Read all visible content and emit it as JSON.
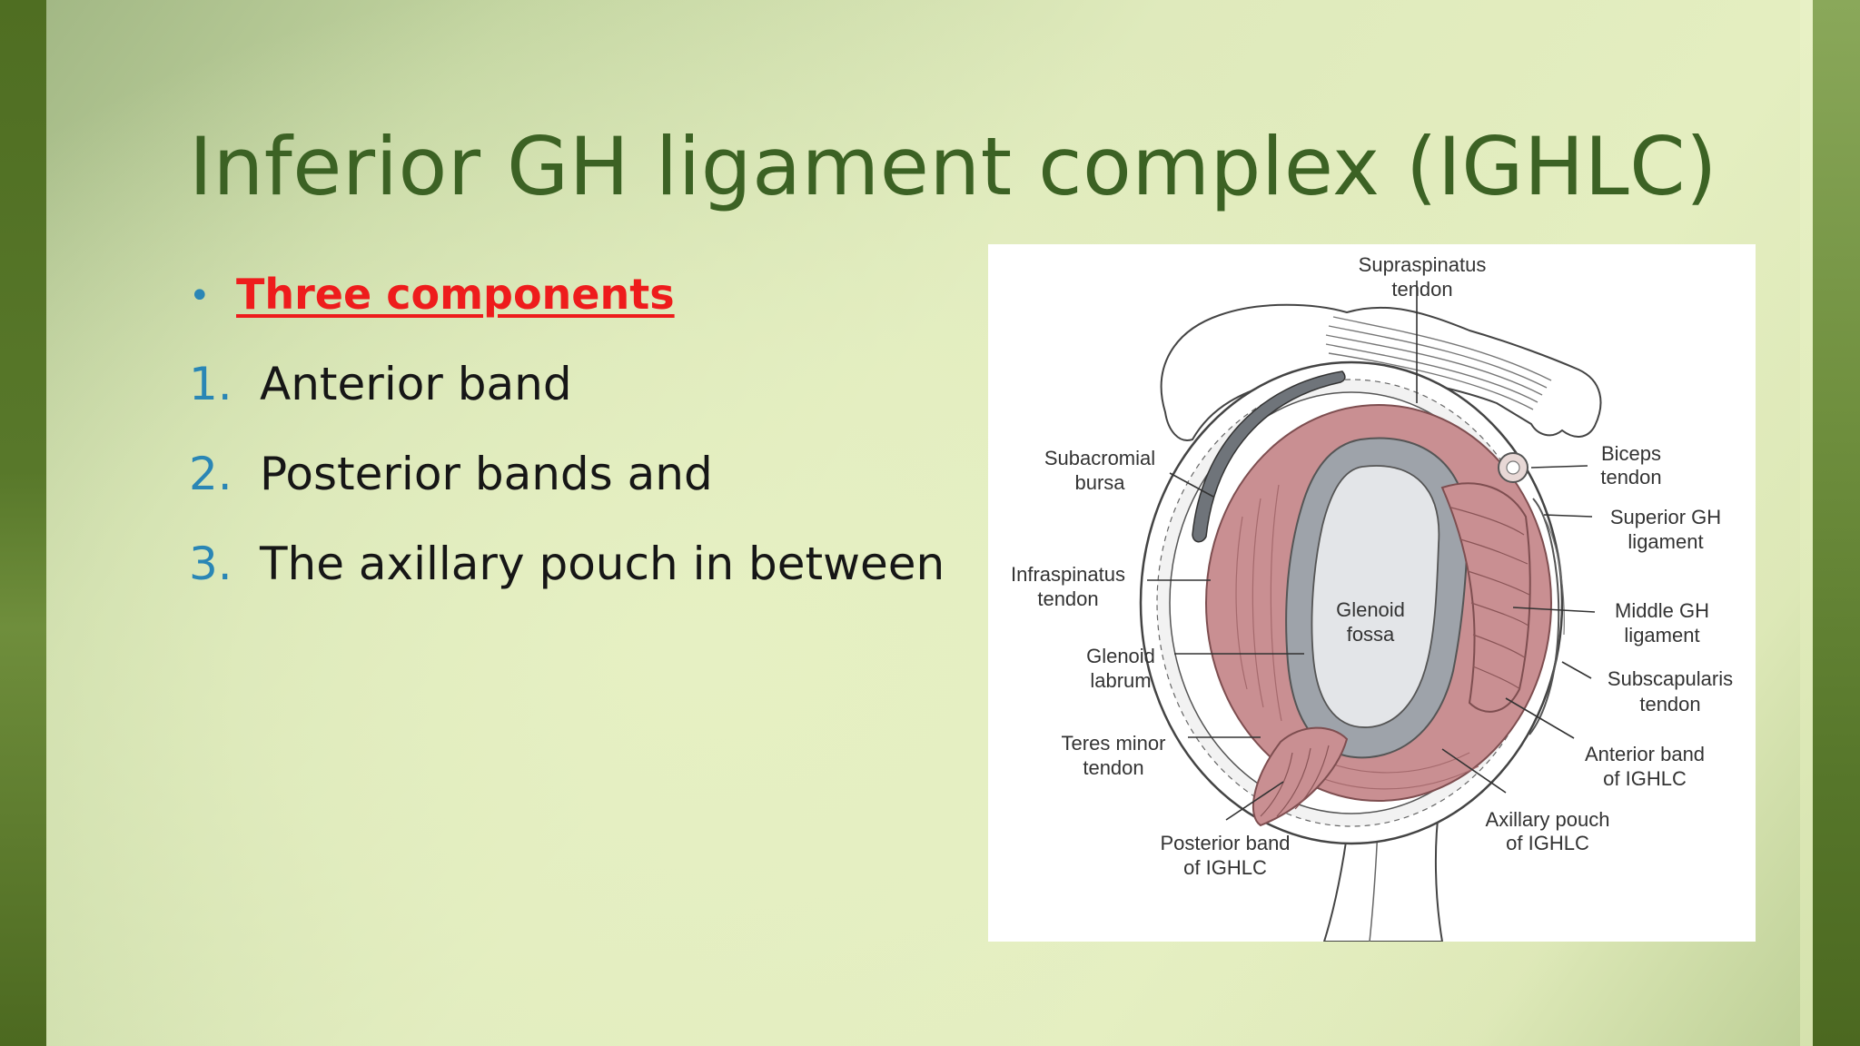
{
  "slide": {
    "title": "Inferior GH ligament complex (IGHLC)",
    "bullet": {
      "marker": "•",
      "text": "Three components"
    },
    "list": [
      {
        "number": "1.",
        "text": "Anterior band"
      },
      {
        "number": "2.",
        "text": "Posterior bands and"
      },
      {
        "number": "3.",
        "text": "The axillary pouch in between"
      }
    ]
  },
  "figure": {
    "labels": {
      "supraspinatus_1": "Supraspinatus",
      "supraspinatus_2": "tendon",
      "subacromial_1": "Subacromial",
      "subacromial_2": "bursa",
      "biceps_1": "Biceps",
      "biceps_2": "tendon",
      "superior_gh_1": "Superior GH",
      "superior_gh_2": "ligament",
      "infraspinatus_1": "Infraspinatus",
      "infraspinatus_2": "tendon",
      "glenoid_fossa_1": "Glenoid",
      "glenoid_fossa_2": "fossa",
      "middle_gh_1": "Middle GH",
      "middle_gh_2": "ligament",
      "glenoid_labrum_1": "Glenoid",
      "glenoid_labrum_2": "labrum",
      "subscapularis_1": "Subscapularis",
      "subscapularis_2": "tendon",
      "teres_minor_1": "Teres minor",
      "teres_minor_2": "tendon",
      "anterior_band_1": "Anterior band",
      "anterior_band_2": "of IGHLC",
      "axillary_pouch_1": "Axillary pouch",
      "axillary_pouch_2": "of IGHLC",
      "posterior_band_1": "Posterior band",
      "posterior_band_2": "of IGHLC"
    }
  },
  "colors": {
    "title": "#3c6224",
    "emphasis": "#ee1c1c",
    "list_marker": "#2a86b5",
    "body_text": "#161616",
    "frame_dark_green": "#4f6e22",
    "ligament_pink": "#c98f92",
    "labrum_grey": "#9ea3aa"
  }
}
